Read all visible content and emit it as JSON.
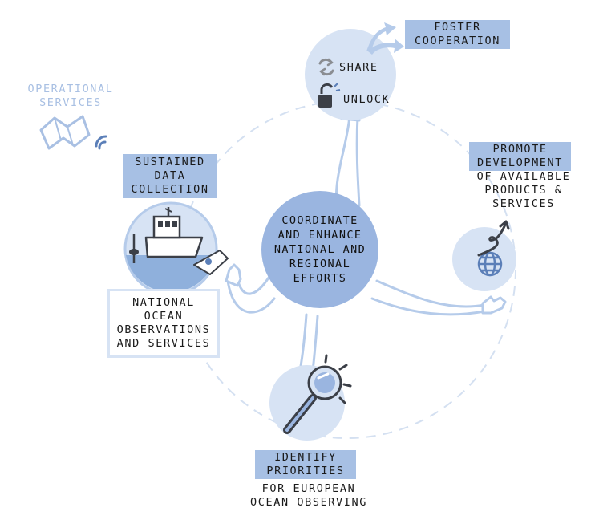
{
  "center": {
    "text": "COORDINATE\nAND ENHANCE\nNATIONAL AND\nREGIONAL\nEFFORTS"
  },
  "top": {
    "title": "FOSTER\nCOOPERATION",
    "share": "SHARE",
    "unlock": "UNLOCK"
  },
  "right": {
    "title": "PROMOTE\nDEVELOPMENT",
    "subtitle": "OF AVAILABLE\nPRODUCTS &\nSERVICES"
  },
  "bottom": {
    "title": "IDENTIFY\nPRIORITIES",
    "subtitle": "FOR EUROPEAN\nOCEAN OBSERVING"
  },
  "left": {
    "title": "SUSTAINED\nDATA\nCOLLECTION",
    "box": "NATIONAL\nOCEAN\nOBSERVATIONS\nAND SERVICES"
  },
  "operational": {
    "text": "OPERATIONAL\nSERVICES"
  },
  "colors": {
    "circle": "#d7e3f4",
    "center_circle": "#9ab5e0",
    "highlight": "#a7c0e4",
    "arm": "#b5cbea",
    "accent": "#5b7fb8",
    "dark": "#3b3f47"
  }
}
